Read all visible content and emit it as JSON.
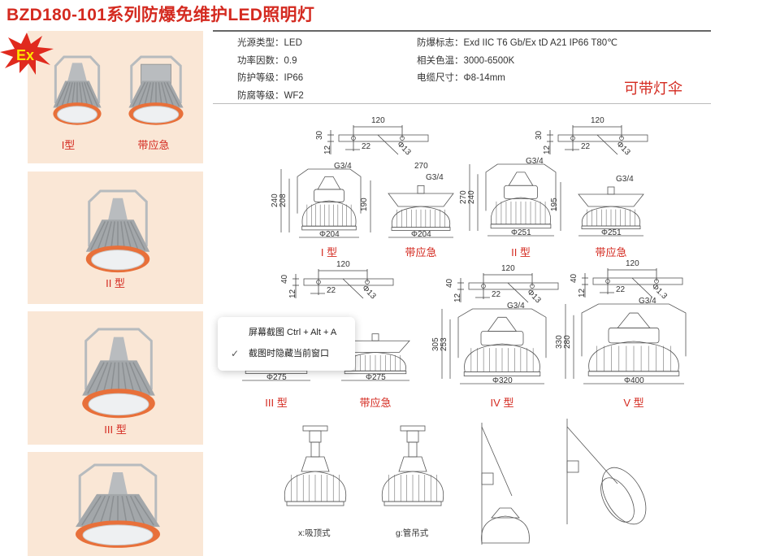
{
  "title": "BZD180-101系列防爆免维护LED照明灯",
  "badge": "Ex",
  "photos": [
    {
      "captions": [
        "I型",
        "带应急"
      ]
    },
    {
      "captions": [
        "II 型"
      ]
    },
    {
      "captions": [
        "III 型"
      ]
    },
    {
      "captions": []
    }
  ],
  "specs": {
    "left": [
      {
        "label": "光源类型：",
        "value": "LED"
      },
      {
        "label": "功率因数：",
        "value": "0.9"
      },
      {
        "label": "防护等级：",
        "value": "IP66"
      },
      {
        "label": "防腐等级：",
        "value": "WF2"
      }
    ],
    "right": [
      {
        "label": "防爆标志：",
        "value": "Exd IIC T6 Gb/Ex tD A21 IP66 T80℃"
      },
      {
        "label": "相关色温：",
        "value": "3000-6500K"
      },
      {
        "label": "电缆尺寸：",
        "value": "Φ8-14mm"
      }
    ],
    "canopy_note": "可带灯伞"
  },
  "brackets": [
    {
      "span": "120",
      "offset": "22",
      "hole": "Φ13",
      "h1": "30",
      "h2": "12"
    },
    {
      "span": "120",
      "offset": "22",
      "hole": "Φ13",
      "h1": "30",
      "h2": "12"
    },
    {
      "span": "120",
      "offset": "22",
      "hole": "Φ13",
      "h1": "40",
      "h2": "12"
    },
    {
      "span": "120",
      "offset": "22",
      "hole": "Φ13",
      "h1": "40",
      "h2": "12"
    },
    {
      "span": "120",
      "offset": "22",
      "hole": "Φ1.3",
      "h1": "40",
      "h2": "12"
    }
  ],
  "diagrams": [
    {
      "label": "I 型",
      "thread": "G3/4",
      "heights": [
        "240",
        "208"
      ],
      "diameter": "Φ204"
    },
    {
      "label": "带应急",
      "thread": "G3/4",
      "heights": [
        "190"
      ],
      "diameter": "Φ204",
      "width": "270"
    },
    {
      "label": "II 型",
      "thread": "G3/4",
      "heights": [
        "270",
        "240"
      ],
      "diameter": "Φ251"
    },
    {
      "label": "带应急",
      "thread": "G3/4",
      "heights": [
        "195"
      ],
      "diameter": "Φ251"
    },
    {
      "label": "III 型",
      "thread": "",
      "heights": [],
      "diameter": "Φ275"
    },
    {
      "label": "带应急",
      "thread": "",
      "heights": [],
      "diameter": "Φ275"
    },
    {
      "label": "IV 型",
      "thread": "G3/4",
      "heights": [
        "305",
        "253"
      ],
      "diameter": "Φ320"
    },
    {
      "label": "V 型",
      "thread": "G3/4",
      "heights": [
        "330",
        "280"
      ],
      "diameter": "Φ400"
    }
  ],
  "installations": [
    {
      "label": "x:吸顶式"
    },
    {
      "label": "g:管吊式"
    },
    {
      "label": ""
    },
    {
      "label": ""
    }
  ],
  "context_menu": {
    "items": [
      {
        "label": "屏幕截图 Ctrl + Alt + A",
        "checked": false
      },
      {
        "label": "截图时隐藏当前窗口",
        "checked": true
      }
    ]
  },
  "colors": {
    "accent": "#d42a20",
    "panel": "#fae7d6",
    "lamp_ring": "#e8703a",
    "lamp_body": "#a9adb0"
  }
}
